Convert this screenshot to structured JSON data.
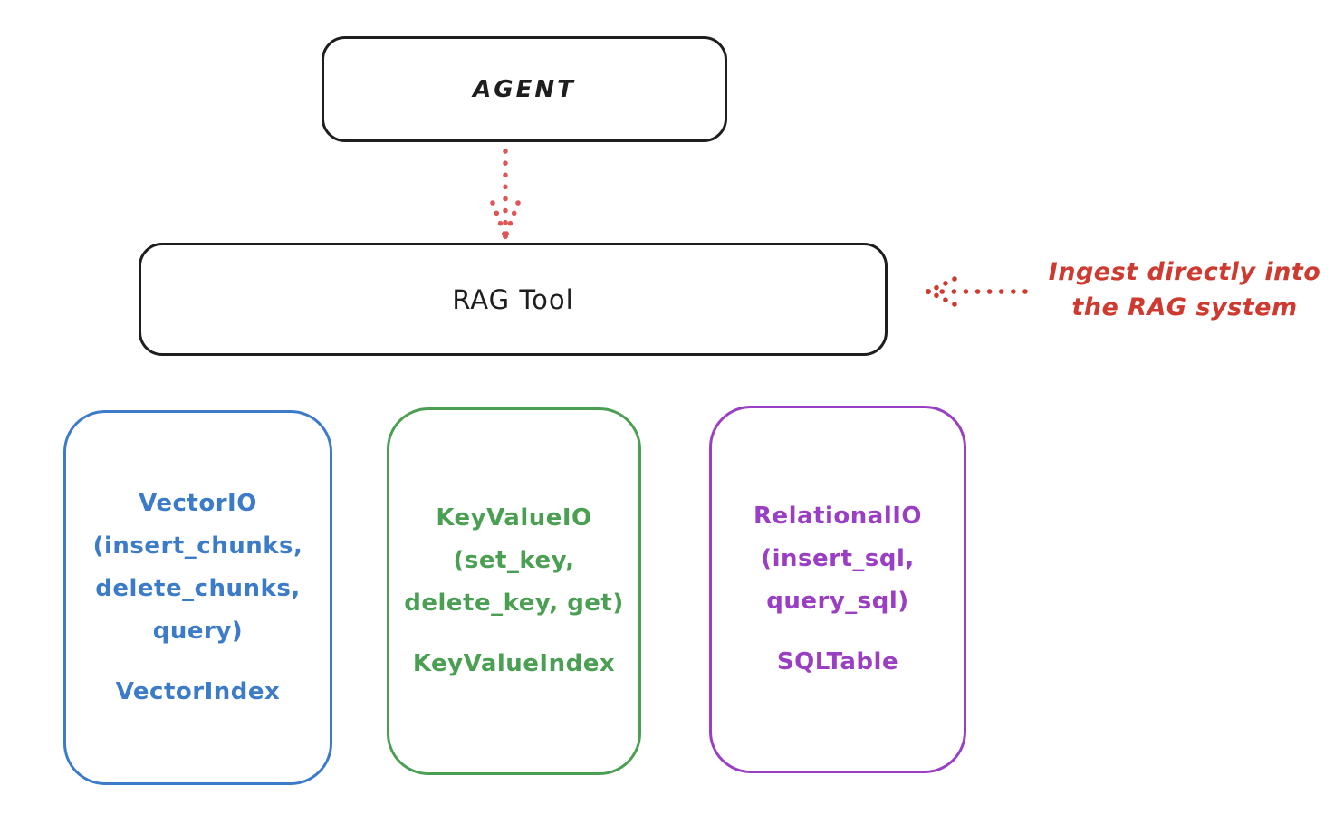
{
  "colors": {
    "background": "#ffffff",
    "ink": "#1e1e1e",
    "blue": "#3c7bc8",
    "green": "#4a9f52",
    "purple": "#9a3fc3",
    "red_arrow": "#e05555",
    "red_text": "#cf3a30"
  },
  "nodes": {
    "agent": {
      "label": "AGENT"
    },
    "rag_tool": {
      "label": "RAG Tool"
    },
    "vector_io": {
      "lines": [
        "VectorIO",
        "(insert_chunks,",
        "delete_chunks,",
        "query)"
      ],
      "index_label": "VectorIndex"
    },
    "key_value_io": {
      "lines": [
        "KeyValueIO",
        "(set_key,",
        "delete_key, get)"
      ],
      "index_label": "KeyValueIndex"
    },
    "relational_io": {
      "lines": [
        "RelationalIO",
        "(insert_sql,",
        "query_sql)"
      ],
      "index_label": "SQLTable"
    }
  },
  "annotation": {
    "lines": [
      "Ingest directly into",
      "the RAG system"
    ]
  }
}
